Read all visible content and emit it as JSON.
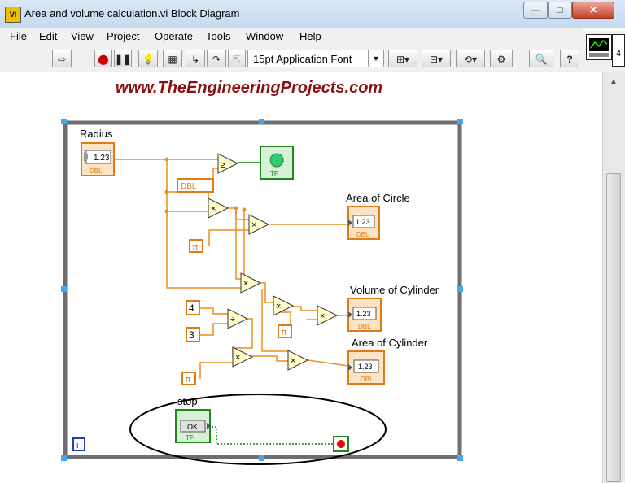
{
  "window": {
    "title": "Area and volume calculation.vi Block Diagram",
    "app_icon": "VI",
    "controls": [
      "minimize-icon",
      "maximize-icon",
      "close-icon"
    ]
  },
  "menu": [
    "File",
    "Edit",
    "View",
    "Project",
    "Operate",
    "Tools",
    "Window",
    "Help"
  ],
  "toolbar": {
    "font_label": "15pt Application Font",
    "icons": [
      "run-arrow-icon",
      "abort-icon",
      "pause-icon",
      "highlight-execution-icon",
      "retain-wire-values-icon",
      "step-into-icon",
      "step-over-icon",
      "step-out-icon",
      "align-objects-icon",
      "distribute-objects-icon",
      "reorder-icon",
      "clean-up-diagram-icon",
      "search-icon",
      "help-icon"
    ]
  },
  "connector_pane": {
    "count": "4"
  },
  "watermark": "www.TheEngineeringProjects.com",
  "diagram": {
    "radius_label": "Radius",
    "numeric_display": "1.23",
    "dbl_tag": "DBL",
    "tf_tag": "TF",
    "ok_label": "OK",
    "area_circle_label": "Area of Circle",
    "volume_cylinder_label": "Volume of Cylinder",
    "area_cylinder_label": "Area of Cylinder",
    "stop_label": "stop",
    "const_four": "4",
    "const_three": "3",
    "pi_symbol": "π",
    "iteration": "i",
    "multiply_symbol": "×",
    "divide_symbol": "÷",
    "compare_symbol": "≥"
  },
  "colors": {
    "orange_wire": "#f08c1e",
    "green_wire": "#008000",
    "loop_border": "#6e6e6e",
    "watermark": "#8b1010"
  }
}
